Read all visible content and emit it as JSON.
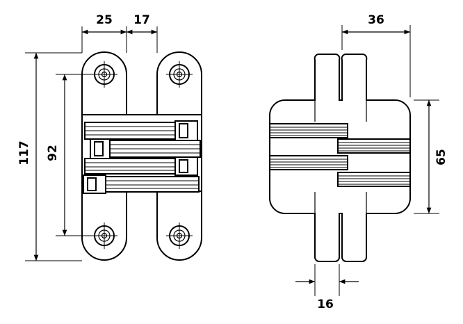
{
  "dimensions": {
    "front_width_left": "25",
    "front_width_right": "17",
    "front_height_total": "117",
    "front_height_holes": "92",
    "side_width": "36",
    "side_height": "65",
    "side_hinge_width": "16"
  },
  "colors": {
    "line": "#000000",
    "background": "#ffffff"
  }
}
